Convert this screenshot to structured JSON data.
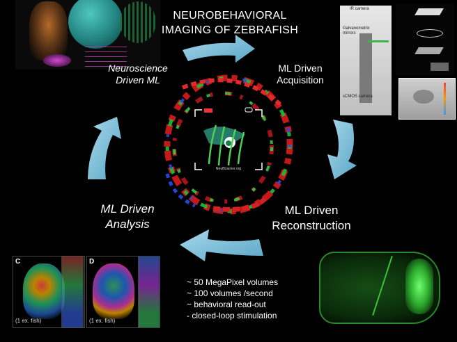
{
  "title": {
    "line1": "NEUROBEHAVIORAL",
    "line2": "IMAGING OF ZEBRAFISH"
  },
  "stages": {
    "neuroscience_ml": {
      "line1": "Neuroscience",
      "line2": "Driven ML"
    },
    "acquisition": {
      "line1": "ML Driven",
      "line2": "Acquisition"
    },
    "reconstruction": {
      "line1": "ML Driven",
      "line2": "Reconstruction"
    },
    "analysis": {
      "line1": "ML Driven",
      "line2": "Analysis"
    }
  },
  "bullets": [
    "~ 50 MegaPixel volumes",
    "~ 100 volumes /second",
    "~ behavioral read-out",
    "- closed-loop stimulation"
  ],
  "center_logo": {
    "text": "NeuBtracker.org"
  },
  "analysis_panels": [
    {
      "letter": "C",
      "caption": "(1 ex. fish)"
    },
    {
      "letter": "D",
      "caption": "(1 ex. fish)"
    }
  ],
  "hardware": {
    "label_top": "IR camera",
    "label_mid": "Galvanometric mirrors",
    "label_bottom": "sCMOS camera"
  },
  "colors": {
    "arrow": "#8ec7de",
    "background": "#000000",
    "fluorescence": "#33dd33"
  }
}
